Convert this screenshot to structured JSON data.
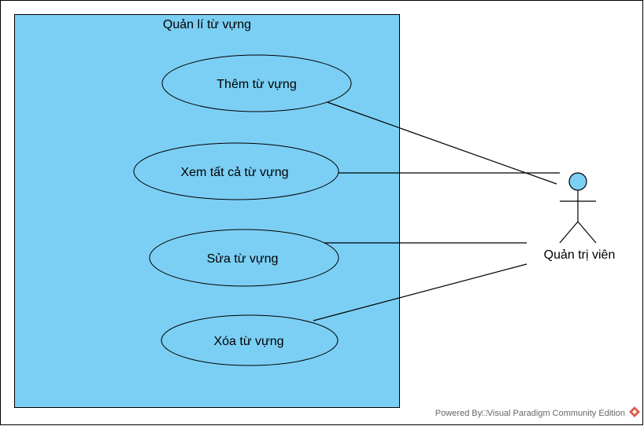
{
  "diagram": {
    "system": {
      "title": "Quản lí từ vựng"
    },
    "use_cases": [
      {
        "id": "uc1",
        "label": "Thêm từ vựng"
      },
      {
        "id": "uc2",
        "label": "Xem tất cả từ vựng"
      },
      {
        "id": "uc3",
        "label": "Sửa từ vựng"
      },
      {
        "id": "uc4",
        "label": "Xóa từ vựng"
      }
    ],
    "actor": {
      "label": "Quản trị viên"
    },
    "associations": [
      {
        "from": "uc1",
        "to": "actor"
      },
      {
        "from": "uc2",
        "to": "actor"
      },
      {
        "from": "uc3",
        "to": "actor"
      },
      {
        "from": "uc4",
        "to": "actor"
      }
    ]
  },
  "watermark": {
    "text": "Powered By□Visual Paradigm Community Edition"
  },
  "colors": {
    "system_fill": "#7ccff4",
    "actor_head_fill": "#7ccff4",
    "line": "#000000",
    "watermark_icon": "#e05a4a"
  }
}
